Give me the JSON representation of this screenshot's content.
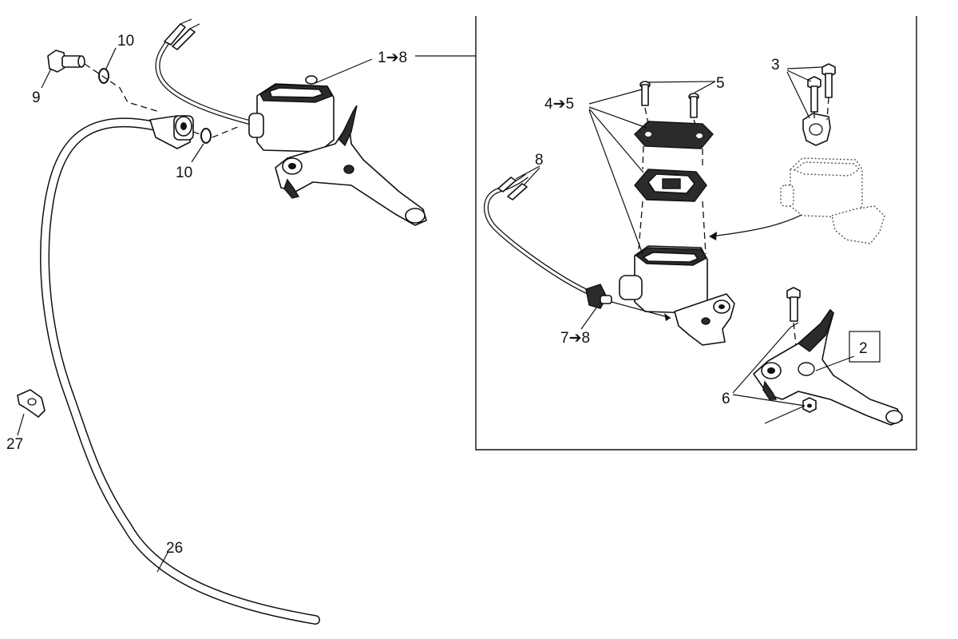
{
  "callouts": {
    "c1_8": "1➔8",
    "c2": "2",
    "c3": "3",
    "c4_5": "4➔5",
    "c5": "5",
    "c6": "6",
    "c7_8": "7➔8",
    "c8": "8",
    "c9": "9",
    "c10_top": "10",
    "c10_bottom": "10",
    "c26": "26",
    "c27": "27"
  },
  "colors": {
    "line": "#111111",
    "fill_dark": "#2b2b2b",
    "fill_mid": "#9a9a9a",
    "background": "#ffffff"
  }
}
